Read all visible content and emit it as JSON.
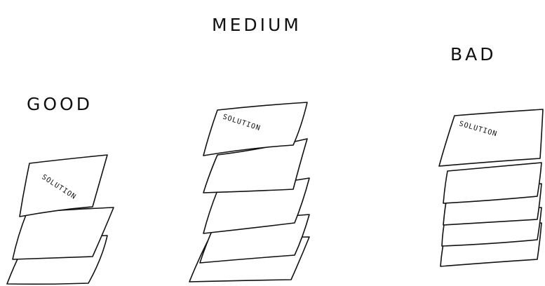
{
  "stacks": [
    {
      "label": "GOOD",
      "solution_label": "SOLUTION",
      "layers": 3
    },
    {
      "label": "MEDIUM",
      "solution_label": "SOLUTION",
      "layers": 5
    },
    {
      "label": "BAD",
      "solution_label": "SOLUTION",
      "layers": 5
    }
  ],
  "colors": {
    "ink": "#111111",
    "paper": "#ffffff"
  }
}
